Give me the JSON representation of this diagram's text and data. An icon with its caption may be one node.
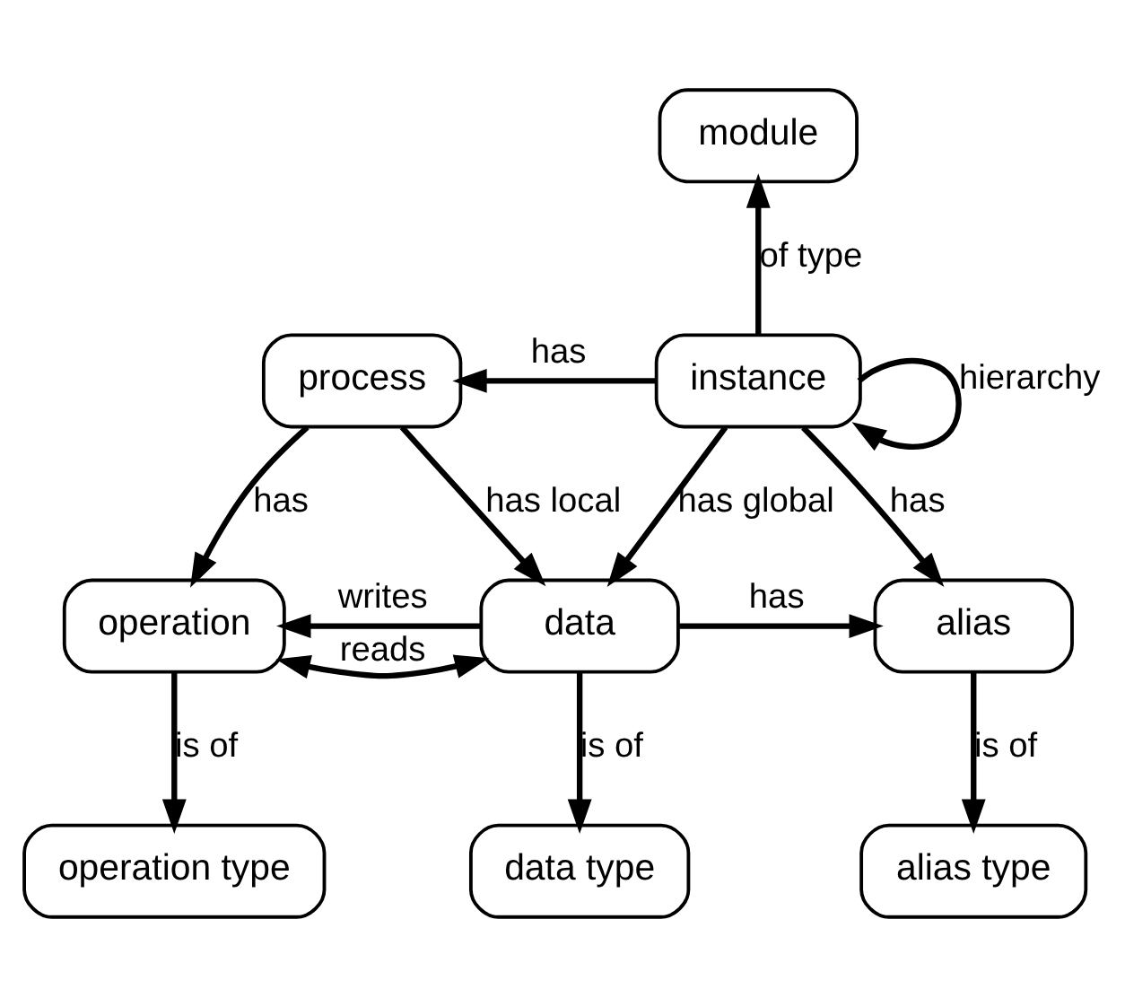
{
  "diagram": {
    "nodes": [
      {
        "text": [
          "module"
        ]
      },
      {
        "text": [
          "instance"
        ]
      },
      {
        "text": [
          "process"
        ]
      },
      {
        "text": [
          "operation"
        ]
      },
      {
        "text": [
          "data"
        ]
      },
      {
        "text": [
          "alias"
        ]
      },
      {
        "text": [
          "operation type"
        ]
      },
      {
        "text": [
          "data type"
        ]
      },
      {
        "text": [
          "alias type"
        ]
      }
    ],
    "edges": [
      {
        "from": 1,
        "to": 0,
        "arrow": "to",
        "label": "of type"
      },
      {
        "from": 1,
        "to": 1,
        "arrow": "to",
        "label": "hierarchy"
      },
      {
        "from": 1,
        "to": 2,
        "arrow": "to",
        "label": "has"
      },
      {
        "from": 2,
        "to": 3,
        "arrow": "to",
        "label": "has"
      },
      {
        "from": 2,
        "to": 4,
        "arrow": "to",
        "label": "has local"
      },
      {
        "from": 1,
        "to": 4,
        "arrow": "to",
        "label": "has global"
      },
      {
        "from": 1,
        "to": 5,
        "arrow": "to",
        "label": "has"
      },
      {
        "from": 3,
        "to": 4,
        "arrow": "both",
        "label": "reads"
      },
      {
        "from": 4,
        "to": 3,
        "arrow": "to",
        "label": "writes"
      },
      {
        "from": 4,
        "to": 5,
        "arrow": "to",
        "label": "has"
      },
      {
        "from": 3,
        "to": 6,
        "arrow": "to",
        "label": "is of"
      },
      {
        "from": 4,
        "to": 7,
        "arrow": "to",
        "label": "is of"
      },
      {
        "from": 5,
        "to": 8,
        "arrow": "to",
        "label": "is of"
      }
    ]
  }
}
